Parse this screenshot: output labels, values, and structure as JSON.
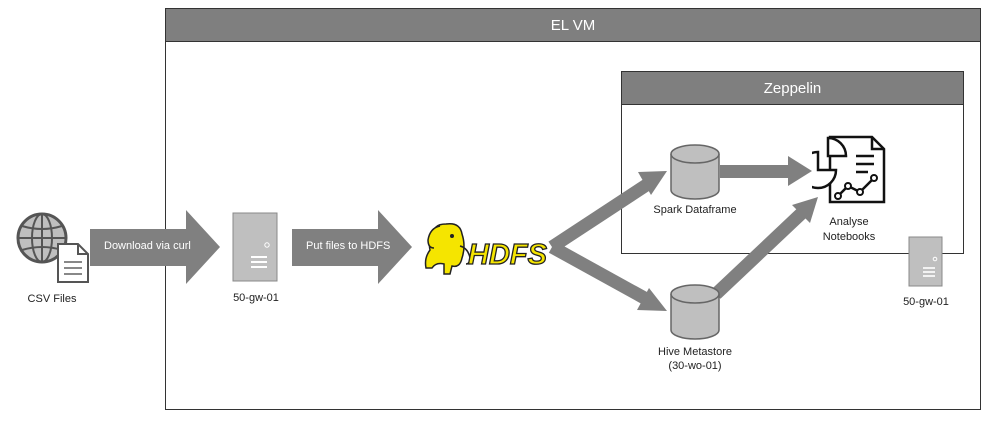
{
  "vm": {
    "title": "EL VM"
  },
  "zeppelin": {
    "title": "Zeppelin"
  },
  "nodes": {
    "csv": {
      "label": "CSV Files"
    },
    "gateway_left": {
      "label": "50-gw-01"
    },
    "gateway_right": {
      "label": "50-gw-01"
    },
    "hdfs": {
      "logo_text": "HDFS"
    },
    "spark": {
      "label": "Spark Dataframe"
    },
    "hive": {
      "label_line1": "Hive Metastore",
      "label_line2": "(30-wo-01)"
    },
    "notebooks": {
      "label_line1": "Analyse",
      "label_line2": "Notebooks"
    }
  },
  "arrows": {
    "download": "Download via curl",
    "put_files": "Put files to HDFS"
  },
  "colors": {
    "header_fill": "#7f7f7f",
    "arrow_fill": "#808080",
    "server_fill": "#bfbfbf",
    "hdfs_yellow": "#f5e500"
  }
}
